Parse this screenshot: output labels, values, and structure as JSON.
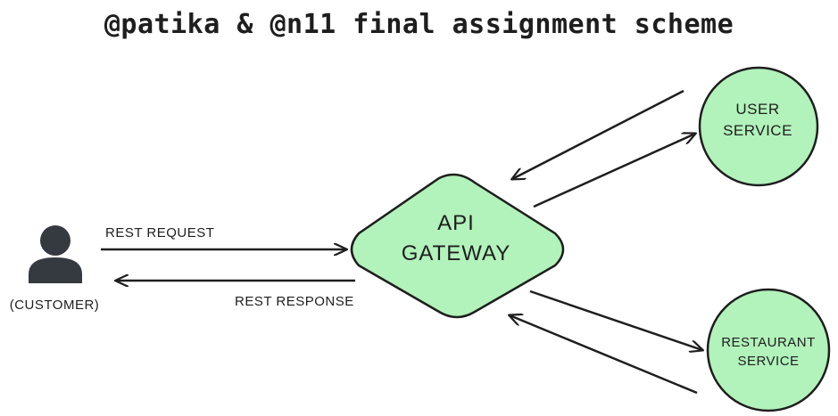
{
  "title": "@patika & @n11 final assignment scheme",
  "customer": {
    "label": "(CUSTOMER)"
  },
  "gateway": {
    "line1": "API",
    "line2": "GATEWAY"
  },
  "user_service": {
    "line1": "USER",
    "line2": "SERVICE"
  },
  "restaurant_service": {
    "line1": "RESTAURANT",
    "line2": "SERVICE"
  },
  "edges": {
    "request_label": "REST REQUEST",
    "response_label": "REST RESPONSE"
  },
  "colors": {
    "node_fill": "#b2f2bb",
    "stroke": "#1e1e1e"
  }
}
